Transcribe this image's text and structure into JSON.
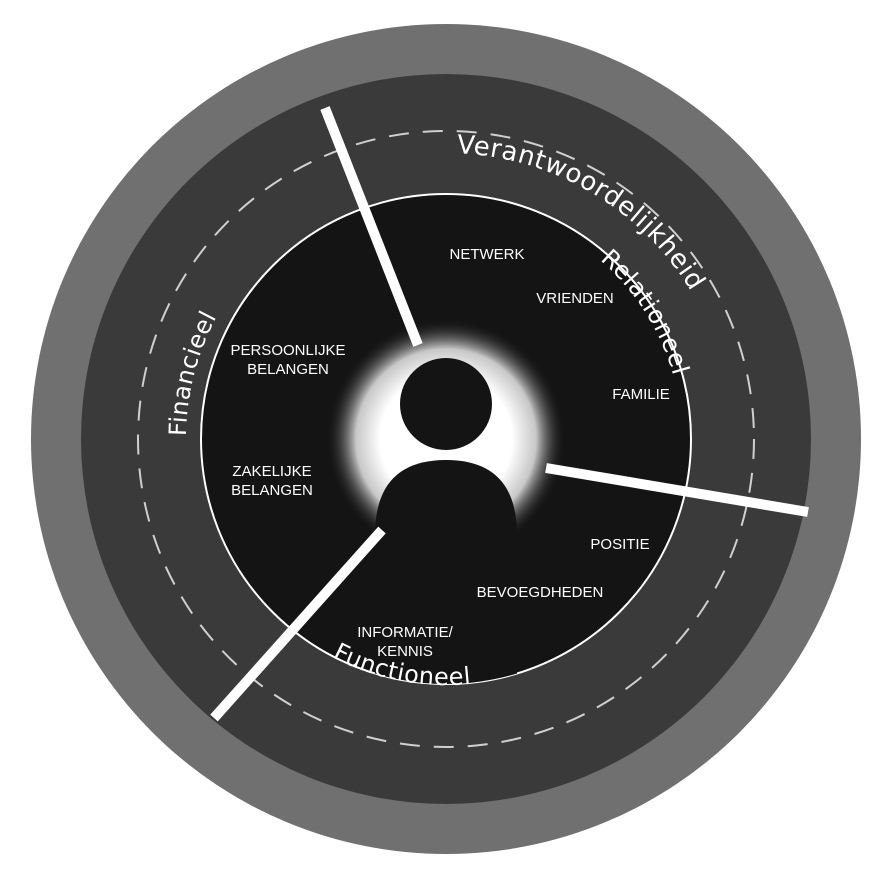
{
  "outer_ring": {
    "label": "Verantwoordelijkheid"
  },
  "segments": [
    {
      "id": "relationeel",
      "label": "Relationeel"
    },
    {
      "id": "functioneel",
      "label": "Functioneel"
    },
    {
      "id": "financieel",
      "label": "Financieel"
    }
  ],
  "items": [
    {
      "segment": "relationeel",
      "lines": [
        "NETWERK"
      ]
    },
    {
      "segment": "relationeel",
      "lines": [
        "VRIENDEN"
      ]
    },
    {
      "segment": "relationeel",
      "lines": [
        "FAMILIE"
      ]
    },
    {
      "segment": "functioneel",
      "lines": [
        "POSITIE"
      ]
    },
    {
      "segment": "functioneel",
      "lines": [
        "BEVOEGDHEDEN"
      ]
    },
    {
      "segment": "functioneel",
      "lines": [
        "INFORMATIE/",
        "KENNIS"
      ]
    },
    {
      "segment": "financieel",
      "lines": [
        "ZAKELIJKE",
        "BELANGEN"
      ]
    },
    {
      "segment": "financieel",
      "lines": [
        "PERSOONLIJKE",
        "BELANGEN"
      ]
    }
  ],
  "colors": {
    "outer_ring": "#707070",
    "middle_ring": "#3a3a3a",
    "inner_disc": "#141414",
    "person": "#141414",
    "glow": "#ffffff",
    "divider": "#ffffff"
  }
}
